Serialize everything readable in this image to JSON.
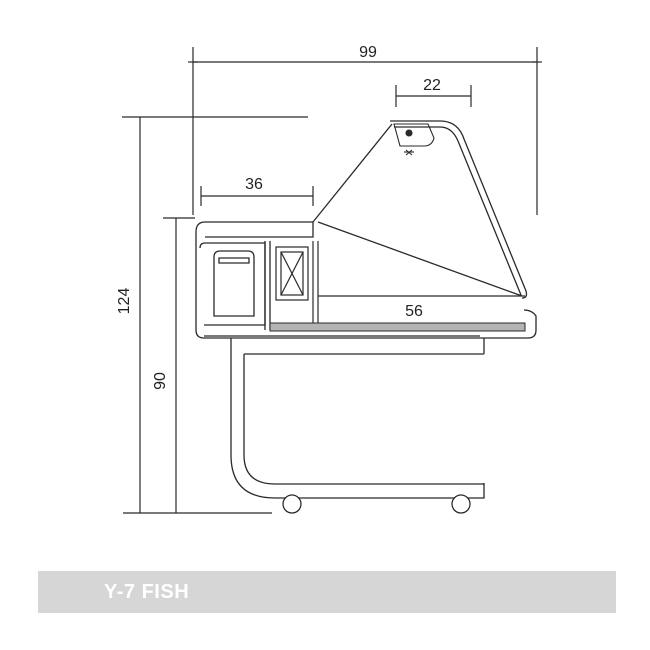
{
  "dimensions": {
    "overall_width": "99",
    "lamp_width": "22",
    "top_shelf_width": "36",
    "display_depth": "56",
    "overall_height": "124",
    "counter_height": "90"
  },
  "footer": {
    "model_label": "Y-7 FISH"
  },
  "colors": {
    "line": "#2a2a2a",
    "footer_background": "#d6d6d6",
    "footer_text": "#ffffff",
    "base_plate": "#b4b4b4"
  }
}
